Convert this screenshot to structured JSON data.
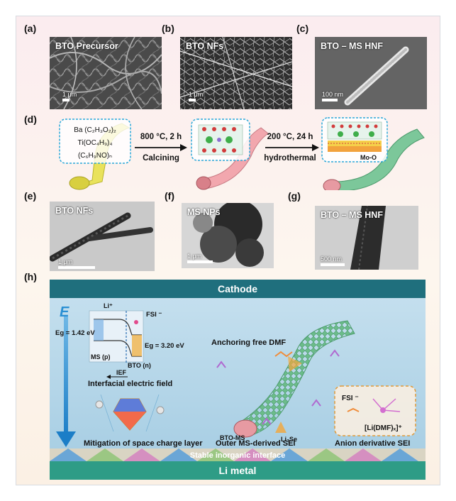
{
  "panels": {
    "a": {
      "label": "(a)",
      "title": "BTO Precursor",
      "scale": "1 μm"
    },
    "b": {
      "label": "(b)",
      "title": "BTO NFs",
      "scale": "1 μm"
    },
    "c": {
      "label": "(c)",
      "title": "BTO – MS HNF",
      "scale": "100 nm"
    },
    "d": {
      "label": "(d)",
      "precursor_1": "Ba (C₂H₃O₂)₂",
      "precursor_2": "Ti(OC₄H₉)₄",
      "precursor_3": "(C₆H₉NO)ₙ",
      "step1_condition": "800 °C, 2 h",
      "step1_name": "Calcining",
      "step2_condition": "200 °C, 24 h",
      "step2_name": "hydrothermal",
      "bond_label": "Mo-O"
    },
    "e": {
      "label": "(e)",
      "title": "BTO NFs",
      "scale": "1 μm"
    },
    "f": {
      "label": "(f)",
      "title": "MS NPs",
      "scale": "1 μm"
    },
    "g": {
      "label": "(g)",
      "title": "BTO – MS HNF",
      "scale": "500 nm"
    },
    "h": {
      "label": "(h)",
      "cathode": "Cathode",
      "li_metal": "Li metal",
      "field_symbol": "E",
      "li_ion": "Li⁺",
      "fsi": "FSI ⁻",
      "eg_ms": "Eg = 1.42 eV",
      "eg_bto": "Eg = 3.20 eV",
      "ms_p": "MS (p)",
      "bto_n": "BTO (n)",
      "ief": "IEF",
      "interfacial_field": "Interfacial electric field",
      "anchoring": "Anchoring free DMF",
      "bto_ms": "BTO-MS",
      "li2se": "Li₂Se",
      "fsi_inset": "FSI ⁻",
      "solvation": "[Li(DMF)ₓ]⁺",
      "space_charge": "Mitigation of space charge layer",
      "outer_sei": "Outer MS-derived SEI",
      "anion_sei": "Anion derivative SEI",
      "stable_interface": "Stable inorganic interface"
    }
  },
  "colors": {
    "cathode_band": "#1f6f7d",
    "li_band": "#2e9c86",
    "electrolyte": "#b9d6ea",
    "fiber_green": "#7cc79a",
    "fiber_pink": "#f2a7ae",
    "precursor_yellow": "#e9e25b",
    "dashed_blue": "#2aa7d8"
  }
}
